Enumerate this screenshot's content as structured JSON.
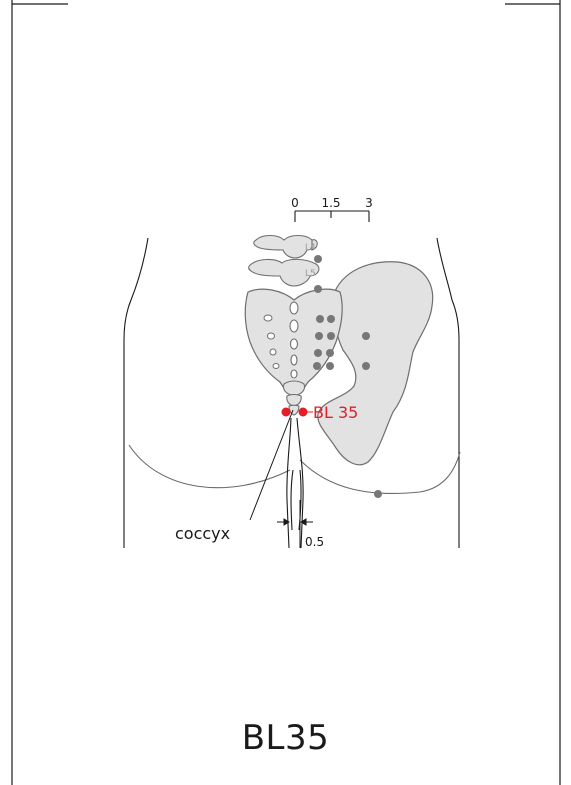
{
  "scale": {
    "ticks": [
      "0",
      "1.5",
      "3"
    ]
  },
  "vertebrae": {
    "l4_label": "L4",
    "l5_label": "L5"
  },
  "point": {
    "name": "BL 35",
    "color": "#e31e26"
  },
  "labels": {
    "coccyx": "coccyx",
    "distance": "0.5"
  },
  "colors": {
    "bone_fill": "#e2e2e2",
    "bone_stroke": "#6e6e6e",
    "grey_point": "#777777",
    "outline": "#1a1a1a"
  },
  "title": "BL35"
}
